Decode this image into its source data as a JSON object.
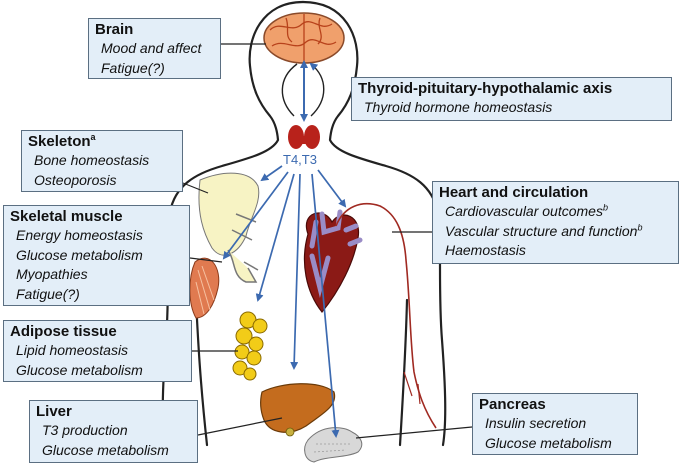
{
  "hormone_label": "T4,T3",
  "boxes": {
    "brain": {
      "title": "Brain",
      "items": [
        "Mood and affect",
        "Fatigue(?)"
      ]
    },
    "axis": {
      "title": "Thyroid-pituitary-hypothalamic axis",
      "items": [
        "Thyroid hormone homeostasis"
      ]
    },
    "skeleton": {
      "title": "Skeleton",
      "title_sup": "a",
      "items": [
        "Bone homeostasis",
        "Osteoporosis"
      ]
    },
    "muscle": {
      "title": "Skeletal muscle",
      "items": [
        "Energy homeostasis",
        "Glucose metabolism",
        "Myopathies",
        "Fatigue(?)"
      ]
    },
    "heart": {
      "title": "Heart and circulation",
      "items": [
        {
          "text": "Cardiovascular outcomes",
          "sup": "b"
        },
        {
          "text": "Vascular structure and function",
          "sup": "b"
        },
        {
          "text": "Haemostasis",
          "sup": ""
        }
      ]
    },
    "adipose": {
      "title": "Adipose tissue",
      "items": [
        "Lipid homeostasis",
        "Glucose metabolism"
      ]
    },
    "liver": {
      "title": "Liver",
      "items": [
        "T3 production",
        "Glucose metabolism"
      ]
    },
    "pancreas": {
      "title": "Pancreas",
      "items": [
        "Insulin secretion",
        "Glucose metabolism"
      ]
    }
  },
  "colors": {
    "box_fill": "#e3eef8",
    "box_border": "#5b6f82",
    "arrow": "#3c6ab0",
    "brain": "#f0a06c",
    "thyroid": "#b8221b",
    "heart": "#8b1a16",
    "vessels": "#9a8cc6",
    "liver": "#c46c1e",
    "fat": "#f2cc18",
    "bone": "#f7f3c4",
    "muscle": "#e07a50",
    "pancreas": "#cfcfcf"
  }
}
